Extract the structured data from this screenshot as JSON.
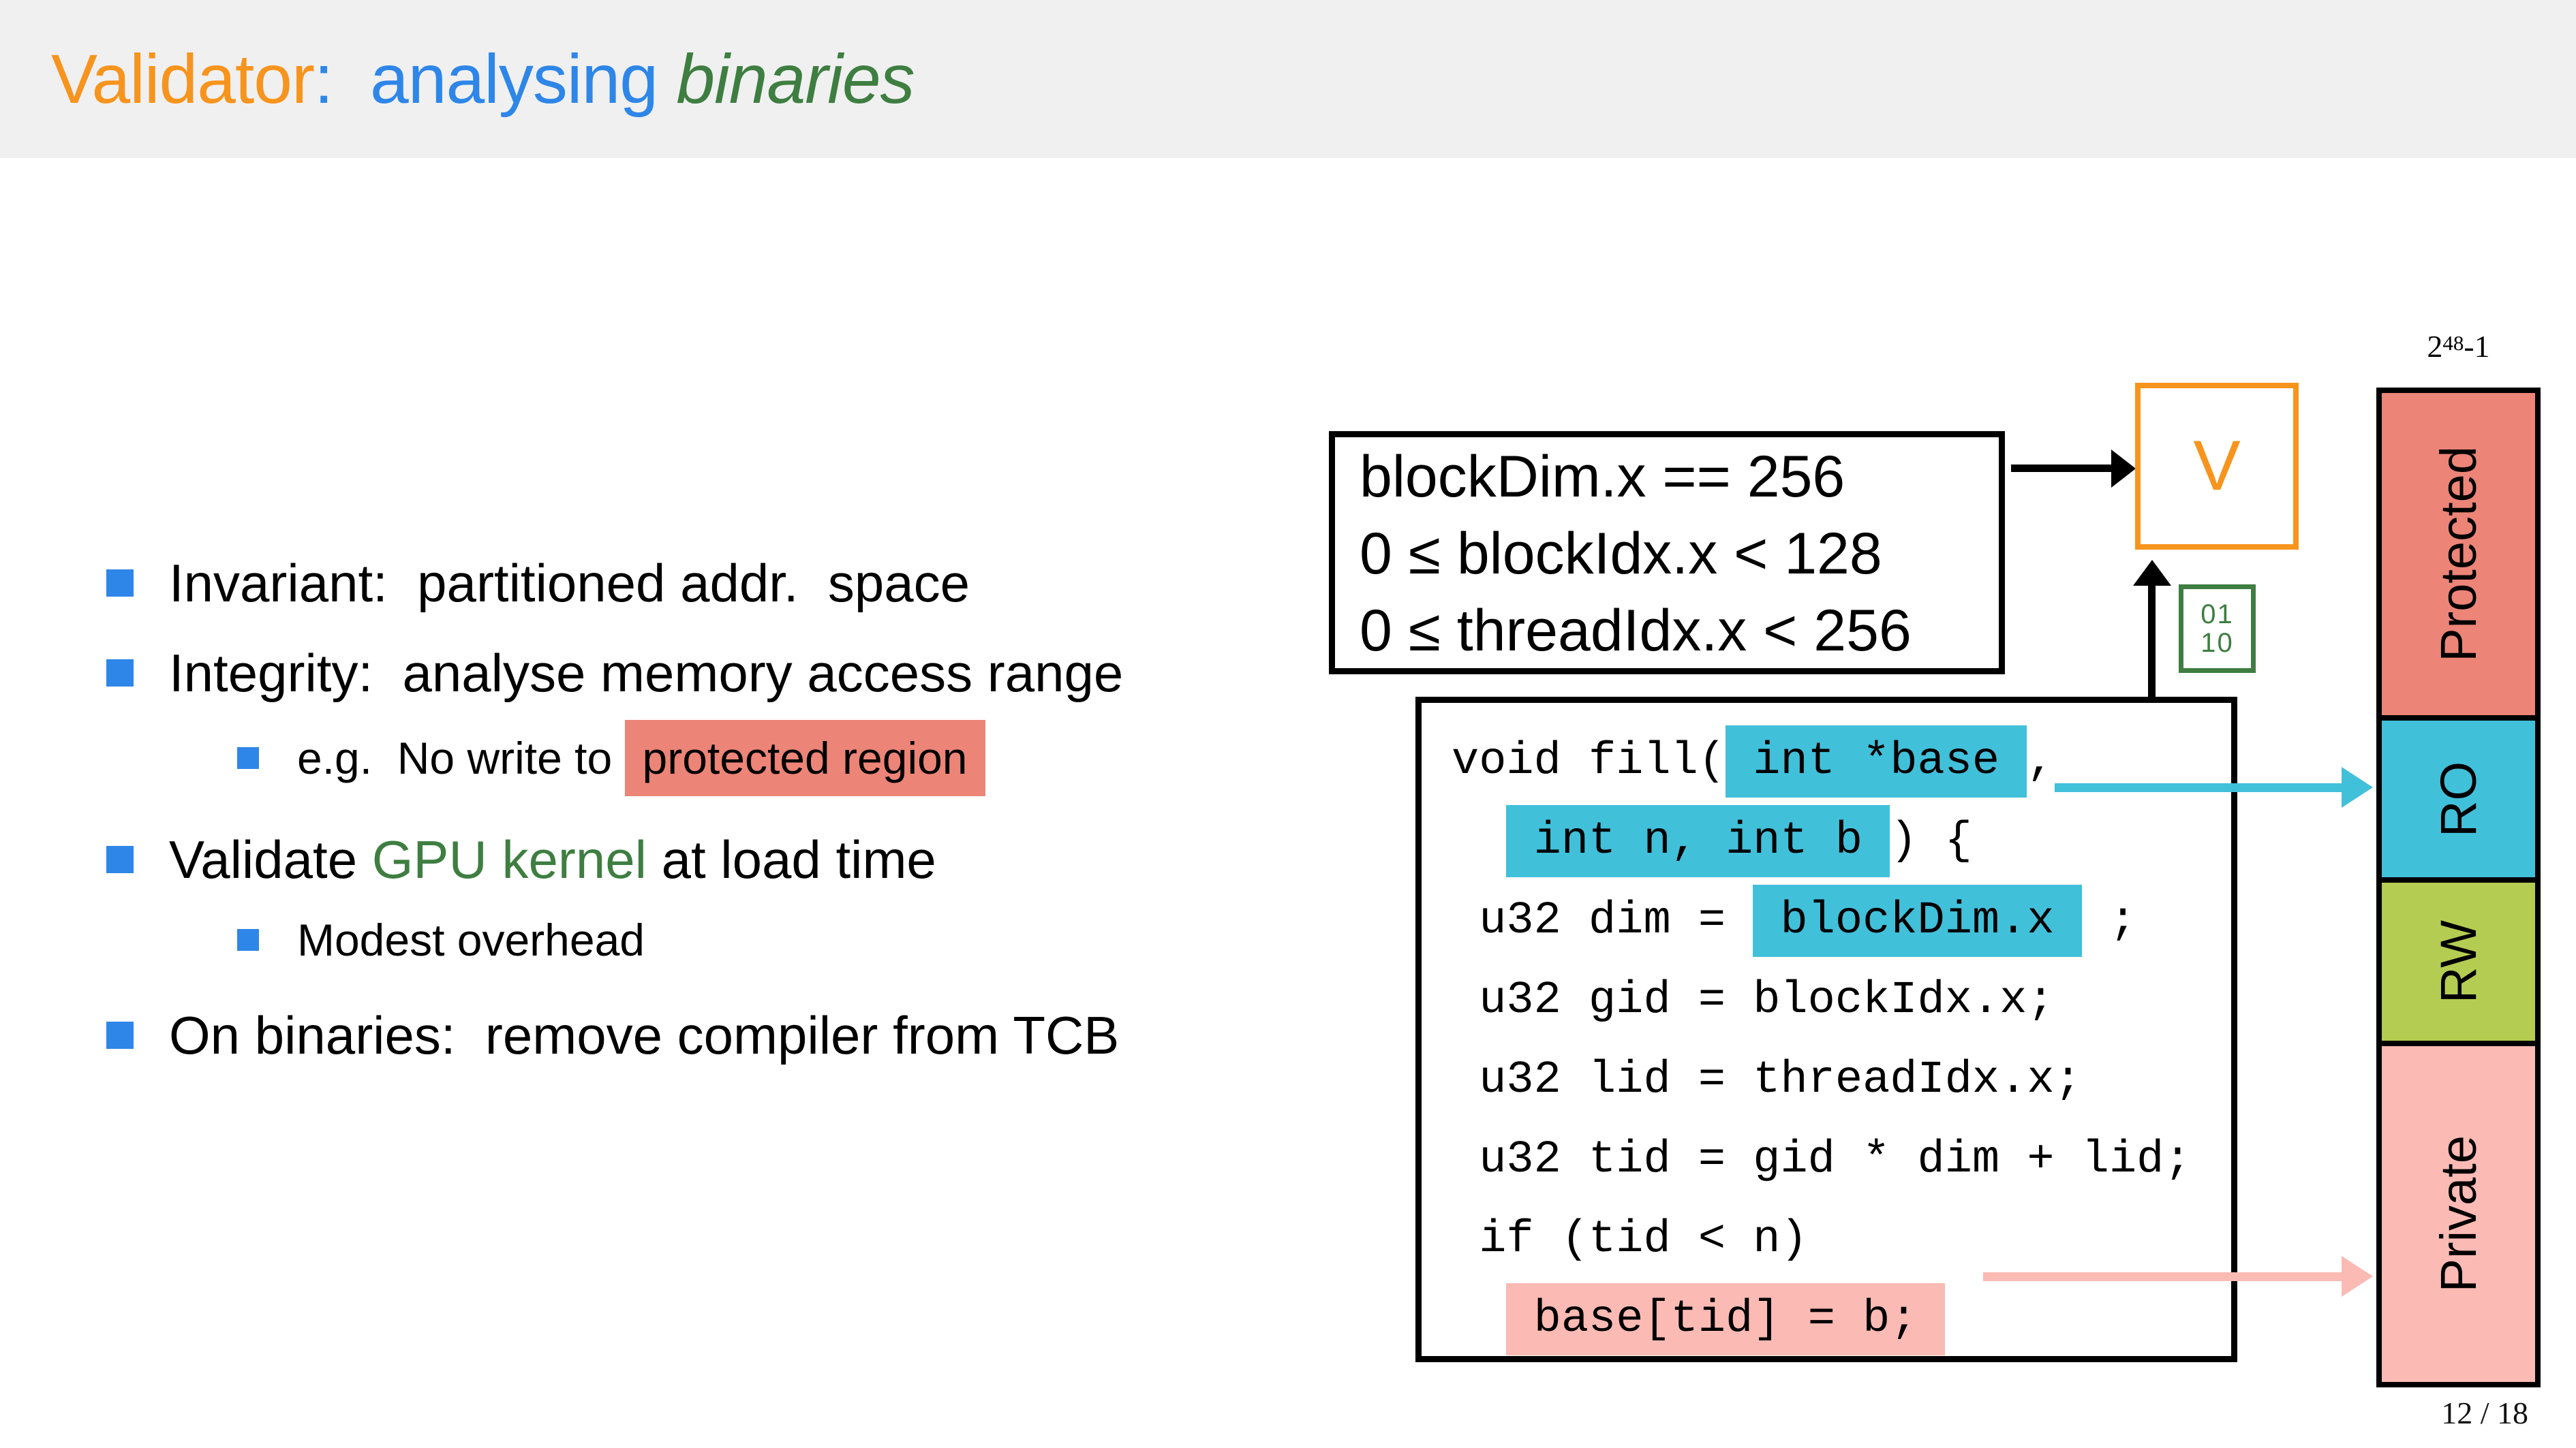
{
  "title": {
    "validator": "Validator",
    "colon_analysing": ":  analysing ",
    "binaries": "binaries"
  },
  "bullets": {
    "b1": "Invariant:  partitioned addr.  space",
    "b2": "Integrity:  analyse memory access range",
    "sub1_prefix": "e.g.  No write to ",
    "sub1_highlight": "protected region",
    "b3_pre": "Validate ",
    "b3_green": "GPU kernel",
    "b3_post": " at load time",
    "sub2": "Modest overhead",
    "b4": "On binaries:  remove compiler from TCB"
  },
  "constraint_box": {
    "lines": [
      "blockDim.x == 256",
      "0 ≤ blockIdx.x < 128",
      "0 ≤ threadIdx.x < 256"
    ]
  },
  "validator_box": {
    "label": "V"
  },
  "bits_box": {
    "row1": "01",
    "row2": "10"
  },
  "code_box": {
    "lines": [
      {
        "segs": [
          {
            "t": "void fill("
          },
          {
            "t": " int *base ",
            "hl": "cyan"
          },
          {
            "t": ","
          }
        ]
      },
      {
        "segs": [
          {
            "t": "  "
          },
          {
            "t": " int n, int b ",
            "hl": "cyan"
          },
          {
            "t": ") {"
          }
        ]
      },
      {
        "segs": [
          {
            "t": " u32 dim = "
          },
          {
            "t": " blockDim.x ",
            "hl": "cyan"
          },
          {
            "t": " ;"
          }
        ]
      },
      {
        "segs": [
          {
            "t": " u32 gid = blockIdx.x;"
          }
        ]
      },
      {
        "segs": [
          {
            "t": " u32 lid = threadIdx.x;"
          }
        ]
      },
      {
        "segs": [
          {
            "t": " u32 tid = gid * dim + lid;"
          }
        ]
      },
      {
        "segs": [
          {
            "t": " if (tid < n)"
          }
        ]
      },
      {
        "segs": [
          {
            "t": "  "
          },
          {
            "t": " base[tid] = b; ",
            "hl": "pink"
          }
        ]
      }
    ]
  },
  "memory_map": {
    "address_label": {
      "base": "2",
      "exponent": "48",
      "suffix": "-1"
    },
    "segments": [
      {
        "label": "Protected",
        "color": "#ec8478"
      },
      {
        "label": "RO",
        "color": "#41c0da"
      },
      {
        "label": "RW",
        "color": "#b5cc52"
      },
      {
        "label": "Private",
        "color": "#fbbab4"
      }
    ]
  },
  "footer": {
    "page": "12 / 18"
  },
  "colors": {
    "title_orange": "#f7941d",
    "title_blue": "#2e86e8",
    "title_green": "#3e7e41",
    "bullet_blue": "#2e86e8",
    "highlight_salmon": "#ec8478",
    "highlight_cyan": "#41c0da",
    "highlight_pink": "#fbbab4",
    "rw_green": "#b5cc52",
    "validator_orange": "#f7941d",
    "bits_green": "#3e7e41",
    "header_bg": "#f0f0f1"
  }
}
